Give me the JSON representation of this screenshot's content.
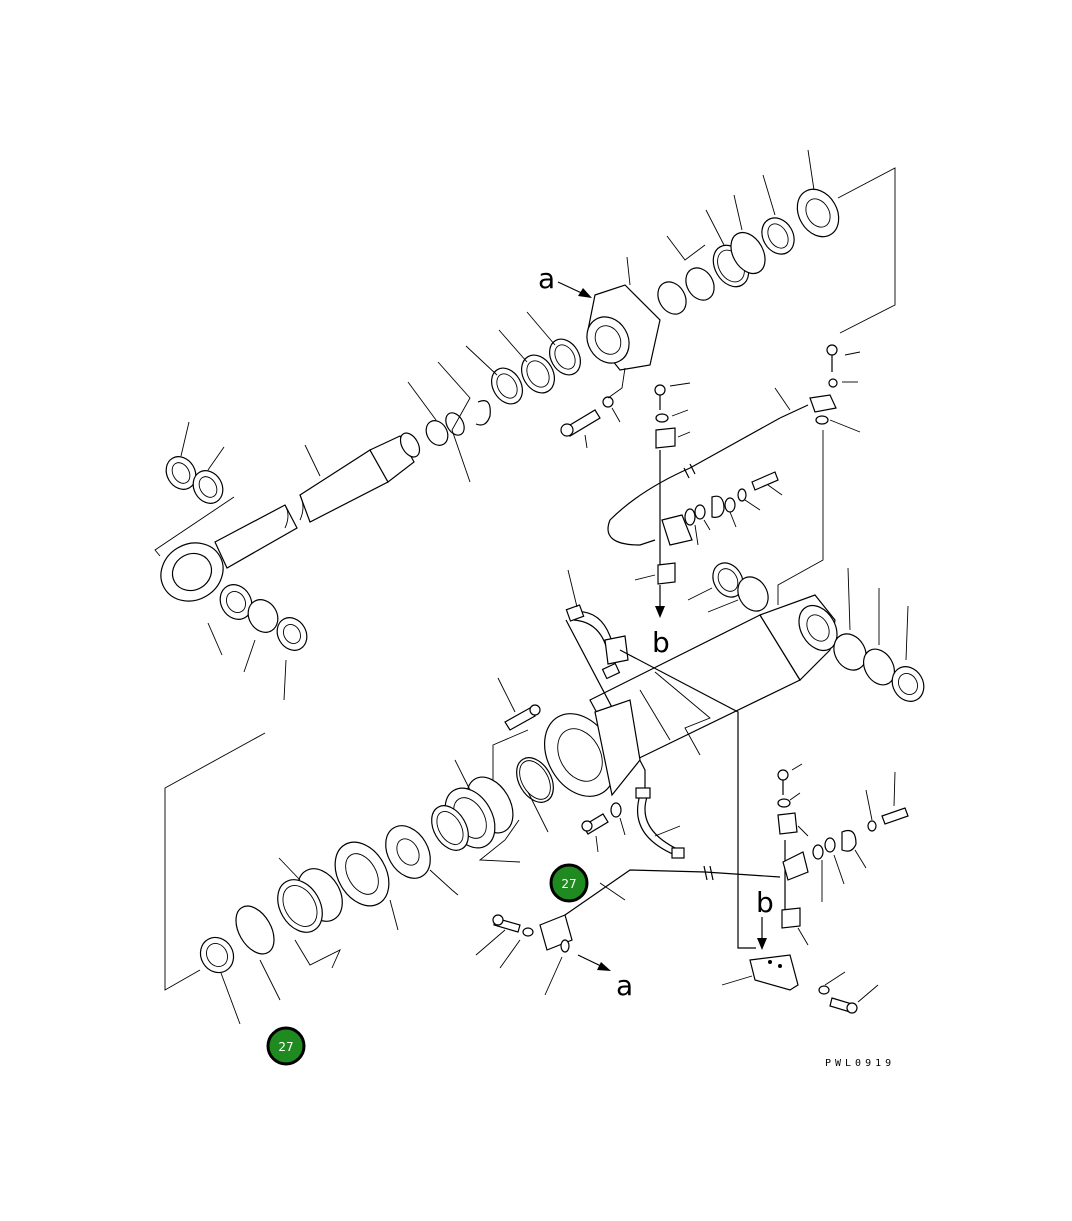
{
  "labels": {
    "view_a_top": "a",
    "view_a_bottom": "a",
    "view_b_top": "b",
    "view_b_bottom": "b"
  },
  "drawing_code": "PWL0919",
  "callouts": [
    {
      "id": "badge-1",
      "text": "27"
    },
    {
      "id": "badge-2",
      "text": "27"
    }
  ]
}
